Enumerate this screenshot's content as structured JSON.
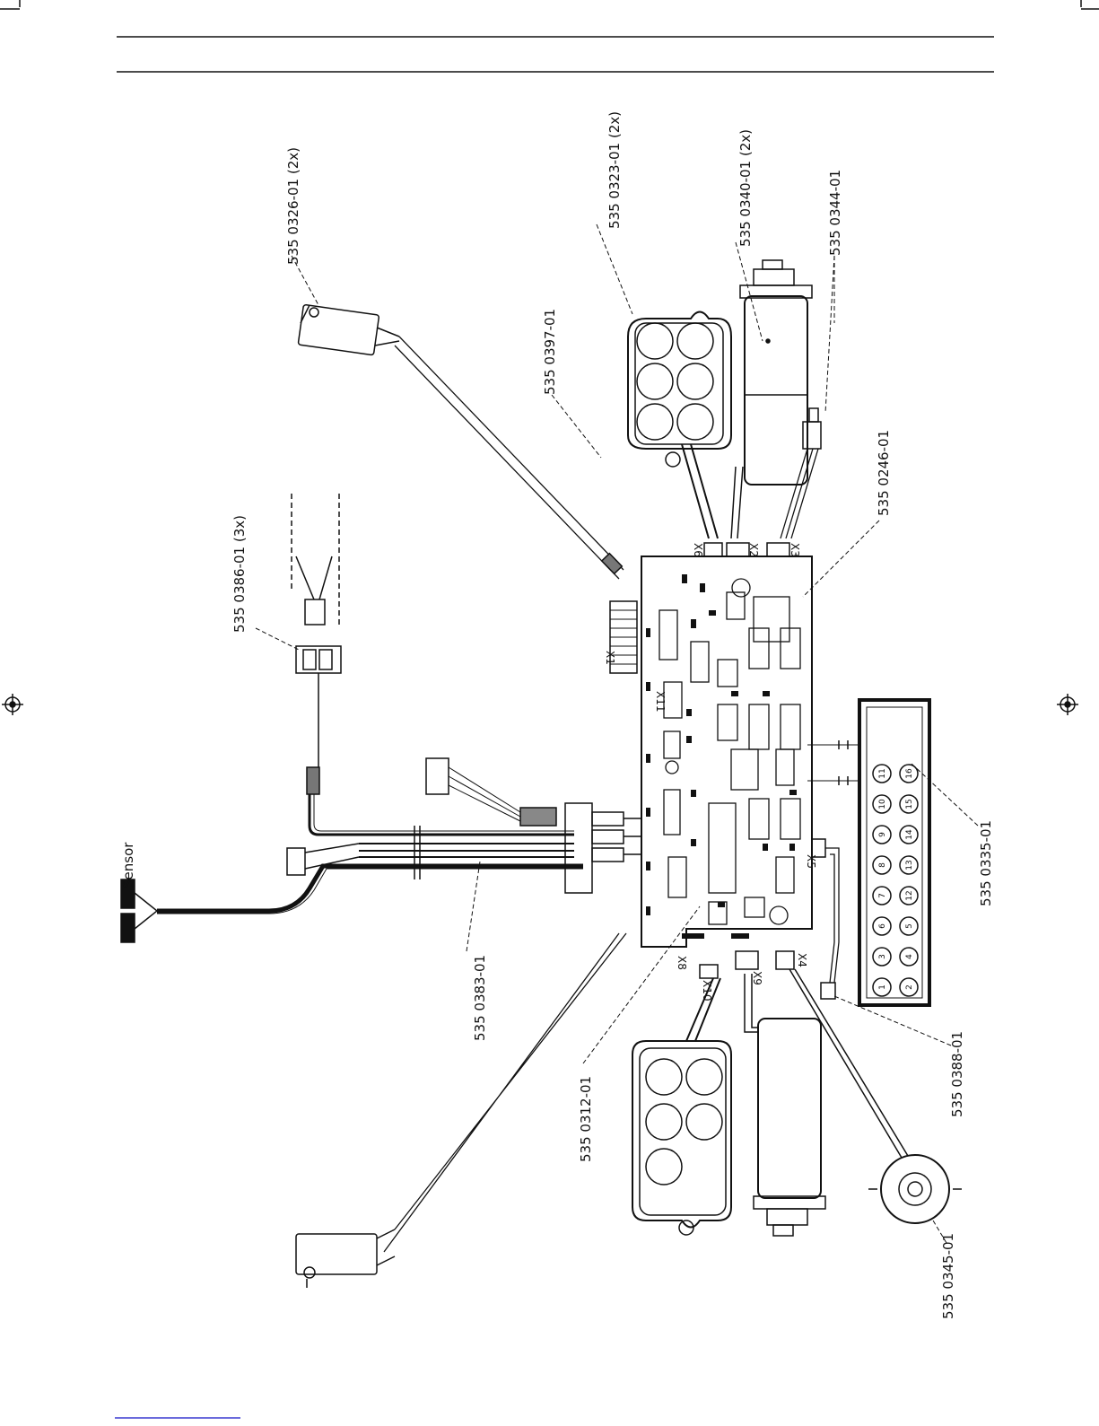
{
  "diagram": {
    "sensor_label": "Sensor",
    "part_numbers": [
      "535 0326-01 (2x)",
      "535 0386-01 (3x)",
      "535 0397-01",
      "535 0323-01 (2x)",
      "535 0340-01 (2x)",
      "535 0344-01",
      "535 0246-01",
      "535 0335-01",
      "535 0388-01",
      "535 0345-01",
      "535 0312-01",
      "535 0383-01"
    ],
    "connectors": [
      "X1",
      "X11",
      "X6",
      "X2",
      "X3",
      "X5",
      "X4",
      "X8",
      "X10",
      "X9"
    ],
    "keypad": {
      "row_top": [
        "1",
        "3",
        "6",
        "7",
        "8",
        "9",
        "10",
        "11"
      ],
      "row_bottom": [
        "2",
        "4",
        "5",
        "12",
        "13",
        "14",
        "15",
        "16"
      ]
    }
  },
  "colors": {
    "ink": "#111111",
    "footer_link": "#3a3ad0"
  }
}
